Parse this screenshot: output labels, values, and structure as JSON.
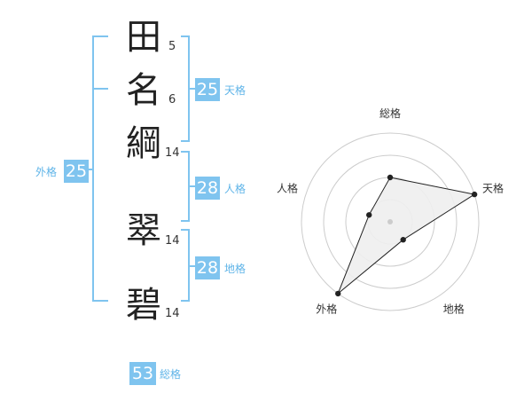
{
  "name": {
    "characters": [
      {
        "char": "田",
        "strokes": "5"
      },
      {
        "char": "名",
        "strokes": "6"
      },
      {
        "char": "綱",
        "strokes": "14"
      },
      {
        "char": "翠",
        "strokes": "14"
      },
      {
        "char": "碧",
        "strokes": "14"
      }
    ]
  },
  "fortune": {
    "tenkaku": {
      "value": "25",
      "label": "天格"
    },
    "jinkaku": {
      "value": "28",
      "label": "人格"
    },
    "chikaku": {
      "value": "28",
      "label": "地格"
    },
    "gaikaku": {
      "value": "25",
      "label": "外格"
    },
    "soukaku": {
      "value": "53",
      "label": "総格"
    }
  },
  "radar": {
    "axes": [
      "総格",
      "天格",
      "地格",
      "外格",
      "人格"
    ],
    "levels": 4,
    "scores": [
      2,
      4,
      1,
      4,
      1
    ],
    "max": 4
  },
  "colors": {
    "accent": "#7fc4ef",
    "accent_text": "#5fb4e8",
    "bracket": "#7fc4ef",
    "radar_grid": "#cccccc",
    "radar_fill": "#eeeeee",
    "radar_line": "#222222"
  }
}
